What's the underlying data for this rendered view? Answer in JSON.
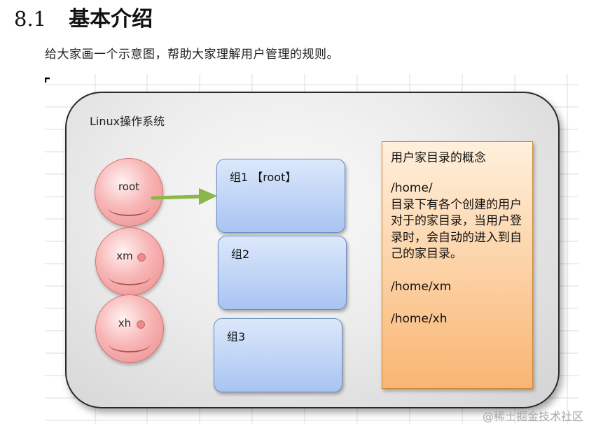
{
  "section": {
    "number": "8.1",
    "title": "基本介绍"
  },
  "intro": "给大家画一个示意图，帮助大家理解用户管理的规则。",
  "diagram": {
    "os_label": "Linux操作系统",
    "users": [
      {
        "name": "root"
      },
      {
        "name": "xm"
      },
      {
        "name": "xh"
      }
    ],
    "groups": [
      {
        "label": "组1 【root】"
      },
      {
        "label": "组2"
      },
      {
        "label": "组3"
      }
    ],
    "concept": {
      "title": "用户家目录的概念",
      "path": "/home/",
      "description": "目录下有各个创建的用户对于的家目录，当用户登录时，会自动的进入到自己的家目录。",
      "example1": "/home/xm",
      "example2": "/home/xh"
    }
  },
  "watermark": "@稀土掘金技术社区",
  "colors": {
    "user_fill": "#f4a4a4",
    "group_fill": "#bcd2f6",
    "concept_fill": "#fbc48c",
    "arrow": "#8db64a"
  }
}
